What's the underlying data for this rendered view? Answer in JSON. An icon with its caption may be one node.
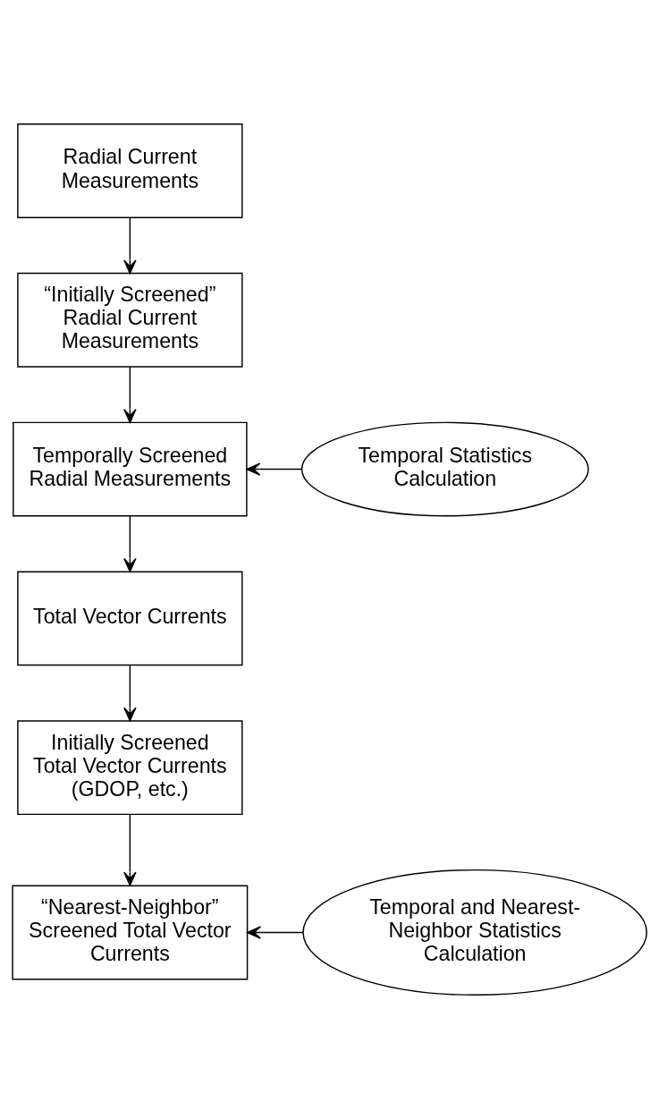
{
  "diagram": {
    "nodes": [
      {
        "text": [
          "Radial Current Measurements"
        ]
      },
      {
        "text": [
          "“Initially Screened” Radial Current Measurements"
        ]
      },
      {
        "text": [
          "Temporal Statistics Calculation"
        ]
      },
      {
        "text": [
          "Temporally Screened Radial Measurements"
        ]
      },
      {
        "text": [
          "Total Vector Currents"
        ]
      },
      {
        "text": [
          "Initially Screened Total Vector Currents (GDOP, etc.)"
        ]
      },
      {
        "text": [
          "Temporal and Nearest-Neighbor Statistics Calculation"
        ]
      },
      {
        "text": [
          "“Nearest-Neighbor” Screened Total Vector Currents"
        ]
      }
    ],
    "edges": [
      {
        "from": 0,
        "to": 1,
        "arrow": "to"
      },
      {
        "from": 1,
        "to": 3,
        "arrow": "to"
      },
      {
        "from": 2,
        "to": 3,
        "arrow": "to"
      },
      {
        "from": 3,
        "to": 4,
        "arrow": "to"
      },
      {
        "from": 4,
        "to": 5,
        "arrow": "to"
      },
      {
        "from": 5,
        "to": 7,
        "arrow": "to"
      },
      {
        "from": 6,
        "to": 7,
        "arrow": "to"
      }
    ]
  }
}
